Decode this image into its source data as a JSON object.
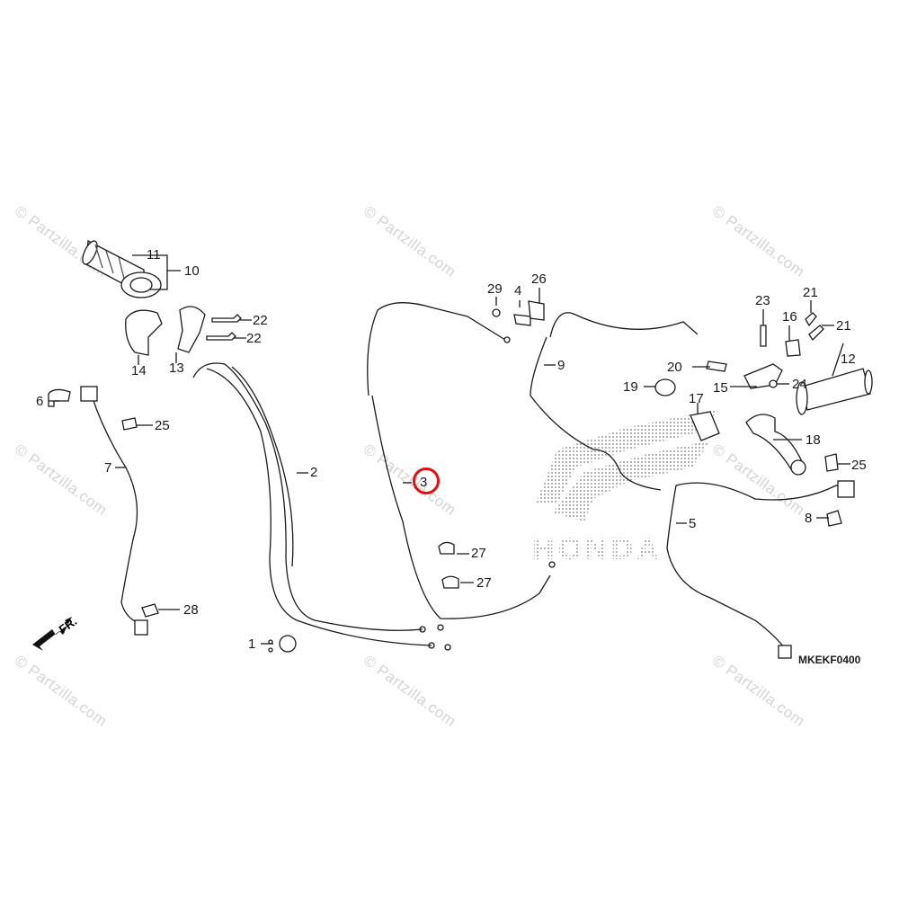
{
  "diagram": {
    "manufacturer_logo": "HONDA",
    "diagram_code": "MKEKF0400",
    "direction_indicator": "FR.",
    "watermark": "© Partzilla.com",
    "highlighted_part": "3",
    "highlight_color": "#e01010",
    "callouts": [
      {
        "id": "c1",
        "label": "1"
      },
      {
        "id": "c2",
        "label": "2"
      },
      {
        "id": "c3",
        "label": "3"
      },
      {
        "id": "c4",
        "label": "4"
      },
      {
        "id": "c5",
        "label": "5"
      },
      {
        "id": "c6",
        "label": "6"
      },
      {
        "id": "c7",
        "label": "7"
      },
      {
        "id": "c8",
        "label": "8"
      },
      {
        "id": "c9",
        "label": "9"
      },
      {
        "id": "c10",
        "label": "10"
      },
      {
        "id": "c11",
        "label": "11"
      },
      {
        "id": "c12",
        "label": "12"
      },
      {
        "id": "c13",
        "label": "13"
      },
      {
        "id": "c14",
        "label": "14"
      },
      {
        "id": "c15",
        "label": "15"
      },
      {
        "id": "c16",
        "label": "16"
      },
      {
        "id": "c17",
        "label": "17"
      },
      {
        "id": "c18",
        "label": "18"
      },
      {
        "id": "c19",
        "label": "19"
      },
      {
        "id": "c20",
        "label": "20"
      },
      {
        "id": "c21a",
        "label": "21"
      },
      {
        "id": "c21b",
        "label": "21"
      },
      {
        "id": "c22a",
        "label": "22"
      },
      {
        "id": "c22b",
        "label": "22"
      },
      {
        "id": "c23",
        "label": "23"
      },
      {
        "id": "c24",
        "label": "24"
      },
      {
        "id": "c25a",
        "label": "25"
      },
      {
        "id": "c25b",
        "label": "25"
      },
      {
        "id": "c26",
        "label": "26"
      },
      {
        "id": "c27a",
        "label": "27"
      },
      {
        "id": "c27b",
        "label": "27"
      },
      {
        "id": "c28",
        "label": "28"
      },
      {
        "id": "c29",
        "label": "29"
      }
    ]
  }
}
